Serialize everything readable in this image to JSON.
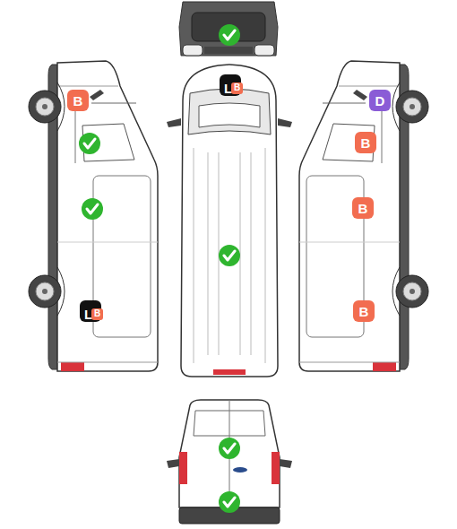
{
  "diagram": {
    "nodes": [
      {
        "text": [
          "L",
          "B"
        ]
      },
      {
        "text": [
          "B"
        ]
      },
      {
        "text": [
          "D"
        ]
      },
      {
        "text": [
          "B"
        ]
      },
      {
        "text": [
          "B"
        ]
      },
      {
        "text": [
          "L",
          "B"
        ]
      },
      {
        "text": [
          "B"
        ]
      }
    ]
  }
}
